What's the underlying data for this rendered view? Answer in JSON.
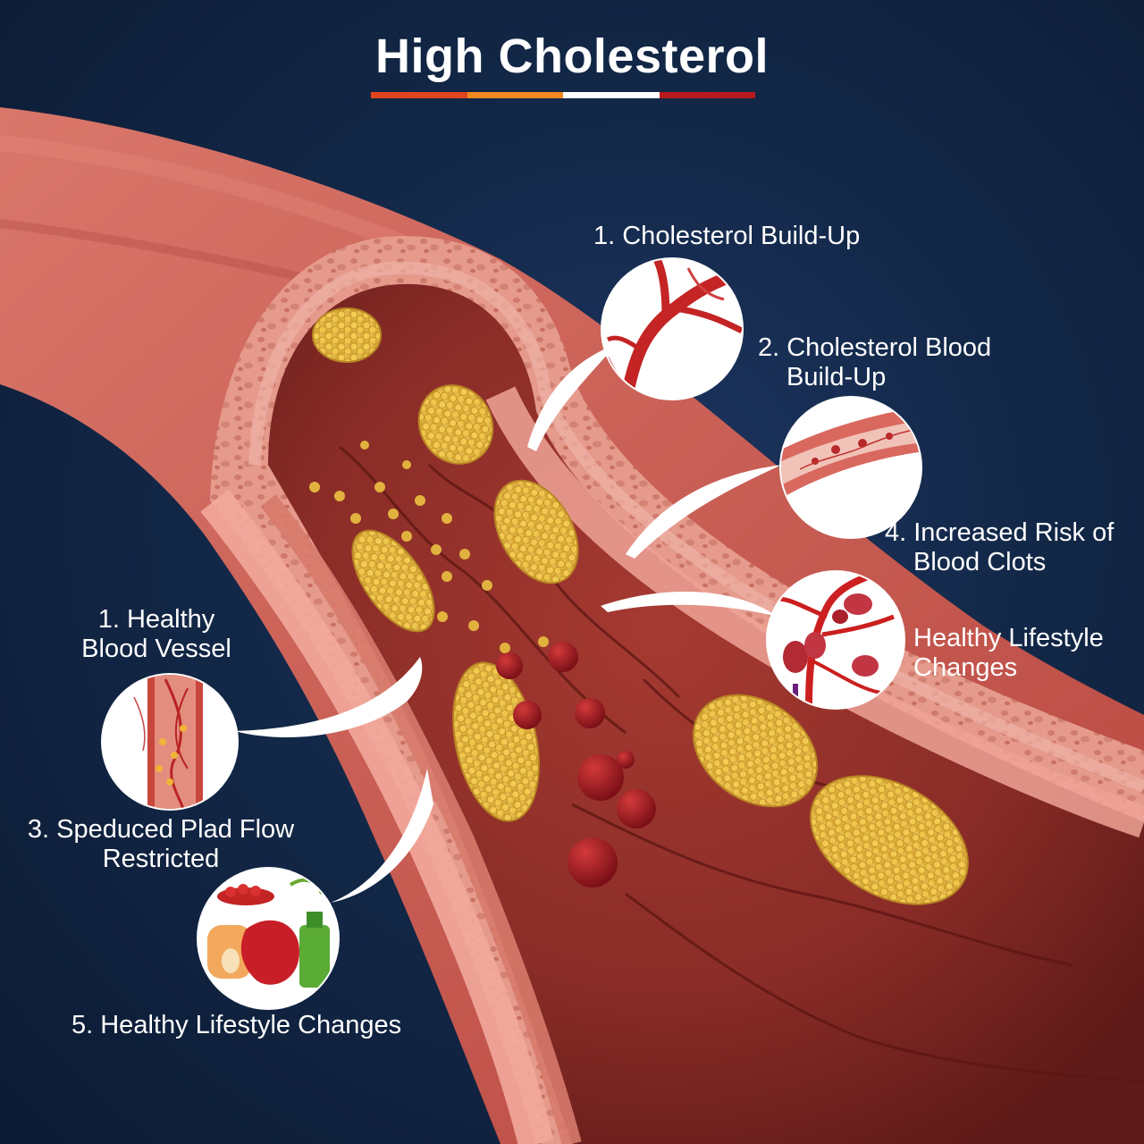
{
  "title": "High Cholesterol",
  "title_bar_colors": [
    "#e0451f",
    "#f08a20",
    "#ffffff",
    "#b8191c"
  ],
  "colors": {
    "background": "#132848",
    "vessel_outer": "#c8564e",
    "vessel_wall": "#e6968a",
    "lumen": "#7a2722",
    "plaque": "#e8bf45",
    "blood_cell": "#9a1a1f"
  },
  "callouts": [
    {
      "id": "cholesterol-build-up",
      "label": "1. Cholesterol Build-Up",
      "icon": "branching-artery-icon"
    },
    {
      "id": "cholesterol-blood-build-up",
      "label_lines": [
        "2. Cholesterol Blood",
        "Build-Up"
      ],
      "icon": "artery-section-icon"
    },
    {
      "id": "increased-risk-blood-clots",
      "label_lines": [
        "4. Increased Risk of",
        "Blood Clots"
      ],
      "icon": "blood-clot-icon"
    },
    {
      "id": "healthy-lifestyle-changes-right",
      "label_lines": [
        "Healthy Lifestyle",
        "Changes"
      ]
    },
    {
      "id": "healthy-blood-vessel",
      "label_lines": [
        "1. Healthy",
        "Blood Vessel"
      ]
    },
    {
      "id": "reduced-flow",
      "label_lines": [
        "3. Speduced Plad Flow",
        "Restricted"
      ],
      "icon": "vessel-with-plaque-icon"
    },
    {
      "id": "healthy-lifestyle-changes",
      "label": "5. Healthy Lifestyle Changes",
      "icon": "healthy-food-icon"
    }
  ]
}
